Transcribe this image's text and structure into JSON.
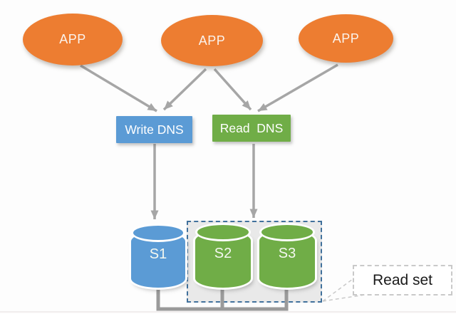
{
  "colors": {
    "app_orange": "#ED7D31",
    "dns_write_blue": "#5B9BD5",
    "dns_read_green": "#70AD47",
    "arrow_gray": "#A6A6A6",
    "group_border_blue": "#41719C",
    "group_fill_gray": "#E9E9E9",
    "callout_gray": "#C9C9C9"
  },
  "apps": [
    {
      "label": "APP"
    },
    {
      "label": "APP"
    },
    {
      "label": "APP"
    }
  ],
  "dns": {
    "write_label": "Write DNS",
    "read_label": "Read  DNS"
  },
  "databases": [
    {
      "label": "S1"
    },
    {
      "label": "S2"
    },
    {
      "label": "S3"
    }
  ],
  "read_set": {
    "label": "Read set"
  }
}
